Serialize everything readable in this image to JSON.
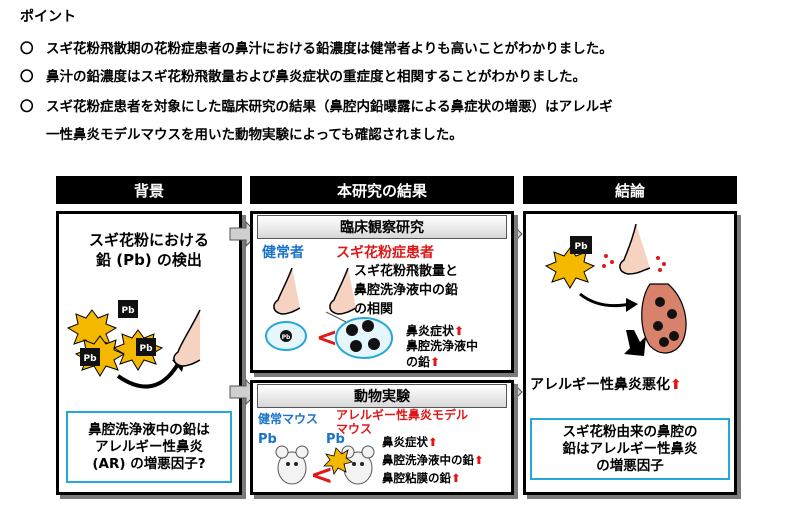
{
  "point": {
    "title": "ポイント",
    "bullet_mark": "〇",
    "bullets": [
      "スギ花粉飛散期の花粉症患者の鼻汁における鉛濃度は健常者よりも高いことがわかりました。",
      "鼻汁の鉛濃度はスギ花粉飛散量および鼻炎症状の重症度と相関することがわかりました。",
      "スギ花粉症患者を対象にした臨床研究の結果（鼻腔内鉛曝露による鼻症状の増悪）はアレルギ"
    ],
    "bullet3_cont": "一性鼻炎モデルマウスを用いた動物実験によっても確認されました。"
  },
  "headers": {
    "background": "背景",
    "results": "本研究の結果",
    "conclusion": "結論"
  },
  "background_panel": {
    "title_lines": [
      "スギ花粉における",
      "鉛 (Pb) の検出"
    ],
    "pb": "Pb",
    "question_lines": [
      "鼻腔洗浄液中の鉛は",
      "アレルギー性鼻炎",
      "(AR) の増悪因子?"
    ]
  },
  "clinical": {
    "strip_label": "臨床観察研究",
    "healthy": "健常者",
    "patient": "スギ花粉症患者",
    "corr_lines": [
      "スギ花粉飛散量と",
      "鼻腔洗浄液中の鉛",
      "の相関"
    ],
    "sym1": "鼻炎症状",
    "sym2_lines": [
      "鼻腔洗浄液中",
      "の鉛"
    ],
    "pb": "Pb",
    "lt": "<"
  },
  "animal": {
    "strip_label": "動物実験",
    "healthy_mouse": "健常マウス",
    "ar_model_lines": [
      "アレルギー性鼻炎モデル",
      "マウス"
    ],
    "pb": "Pb",
    "lt": "<",
    "r1": "鼻炎症状",
    "r2": "鼻腔洗浄液中の鉛",
    "r3": "鼻腔粘膜の鉛"
  },
  "conclusion_panel": {
    "pb": "Pb",
    "label": "アレルギー性鼻炎悪化",
    "box_lines": [
      "スギ花粉由来の鼻腔の",
      "鉛はアレルギー性鼻炎",
      "の増悪因子"
    ]
  },
  "colors": {
    "blue": "#1a73c9",
    "red": "#e01818",
    "accent_blue": "#26a7d9",
    "header_bg": "#000000"
  }
}
